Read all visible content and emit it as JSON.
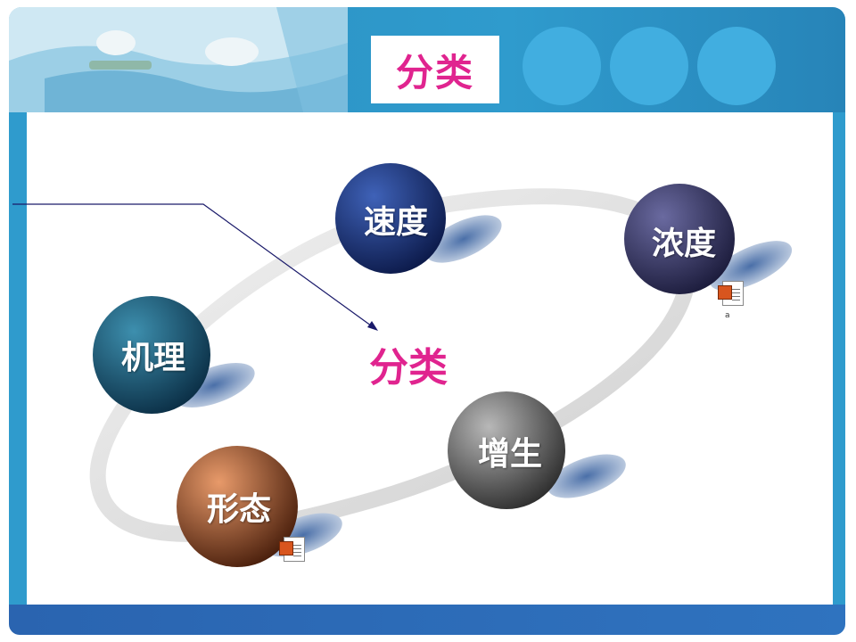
{
  "slide": {
    "title": "分类",
    "center_label": "分类",
    "nodes": {
      "speed": "速度",
      "concentration": "浓度",
      "mechanism": "机理",
      "proliferation": "增生",
      "morphology": "形态"
    },
    "icon_caption": "a"
  },
  "colors": {
    "accent_pink": "#e0248f",
    "header_blue": "#2f9bcd",
    "bottom_blue": "#2a64b0"
  },
  "icons": [
    "powerpoint-file-icon",
    "powerpoint-file-icon"
  ]
}
